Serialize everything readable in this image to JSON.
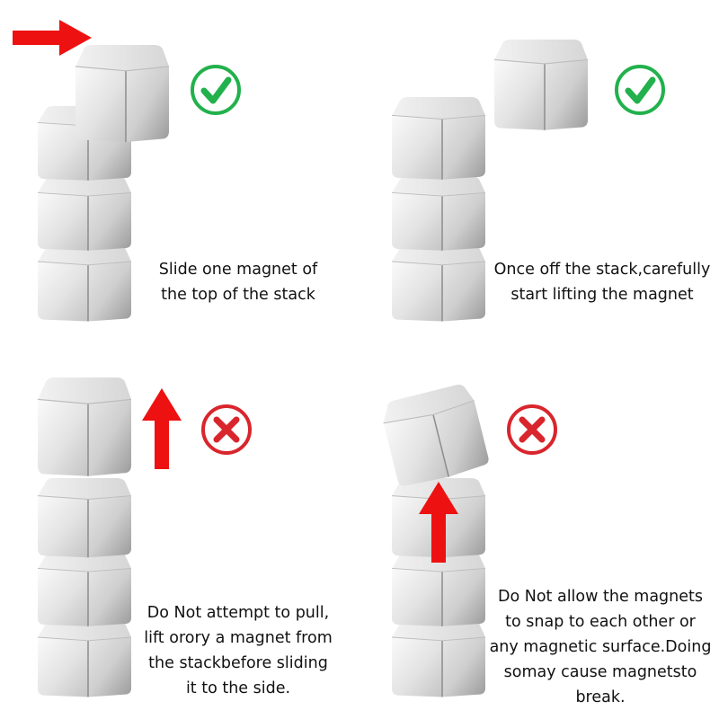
{
  "panels": [
    {
      "caption": "Slide one magnet of\nthe top of the stack",
      "status": "correct",
      "arrow": "right"
    },
    {
      "caption": "Once off the stack,carefully\nstart lifting the magnet",
      "status": "correct",
      "arrow": "none"
    },
    {
      "caption": "Do Not attempt to pull,\nlift orory a magnet from\nthe stackbefore sliding\nit to the side.",
      "status": "incorrect",
      "arrow": "up"
    },
    {
      "caption": "Do Not allow the magnets\nto snap to each other or\nany magnetic surface.Doing\nsomay cause magnetsto\nbreak.",
      "status": "incorrect",
      "arrow": "up"
    }
  ],
  "colors": {
    "correct": "#22b14c",
    "incorrect": "#d9252c",
    "arrow": "#ee1111",
    "cube_light": "#f4f4f4",
    "cube_mid": "#d9d9d9",
    "cube_dark": "#a8a8a8"
  },
  "icons": {
    "correct": "check-circle-icon",
    "incorrect": "x-circle-icon"
  }
}
